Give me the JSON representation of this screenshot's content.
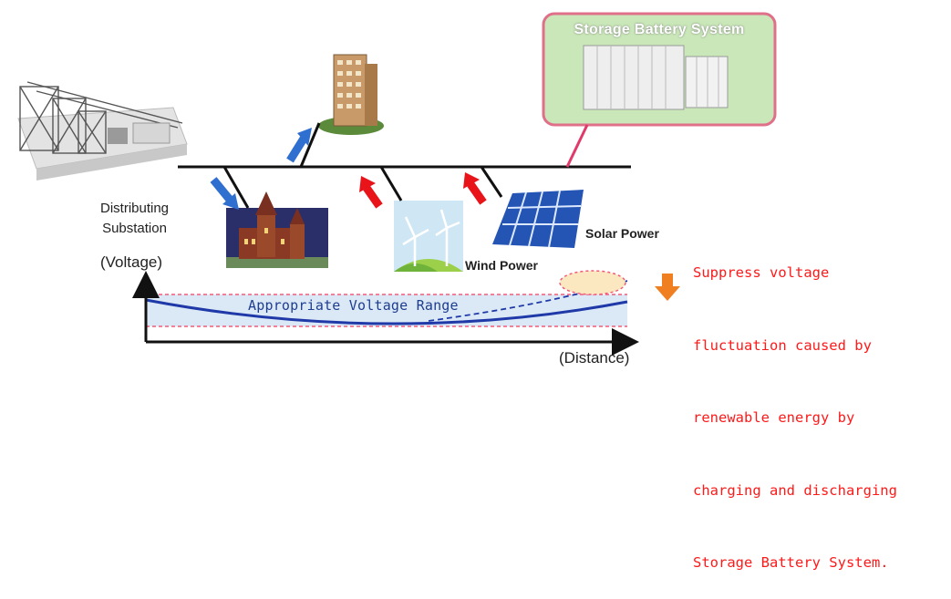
{
  "labels": {
    "substation_line1": "Distributing",
    "substation_line2": "Substation",
    "voltage": "(Voltage)",
    "distance": "(Distance)",
    "wind": "Wind Power",
    "solar": "Solar Power",
    "storage": "Storage Battery System",
    "range": "Appropriate Voltage Range"
  },
  "note": {
    "lines": [
      "Suppress voltage",
      "fluctuation caused by",
      "renewable energy by",
      "charging and discharging",
      "Storage Battery System."
    ]
  },
  "colors": {
    "power_line": "#111111",
    "load_arrow": "#2f6fd0",
    "generation_arrow": "#e8141a",
    "voltage_curve": "#1f3aa8",
    "range_band": "#dbe9f6",
    "range_limit": "#f25a7a",
    "storage_panel_fill": "#c9e7b8",
    "storage_panel_border": "#e06f8a",
    "note_text": "#ff1a1a",
    "highlight_arrow": "#f07f22"
  }
}
